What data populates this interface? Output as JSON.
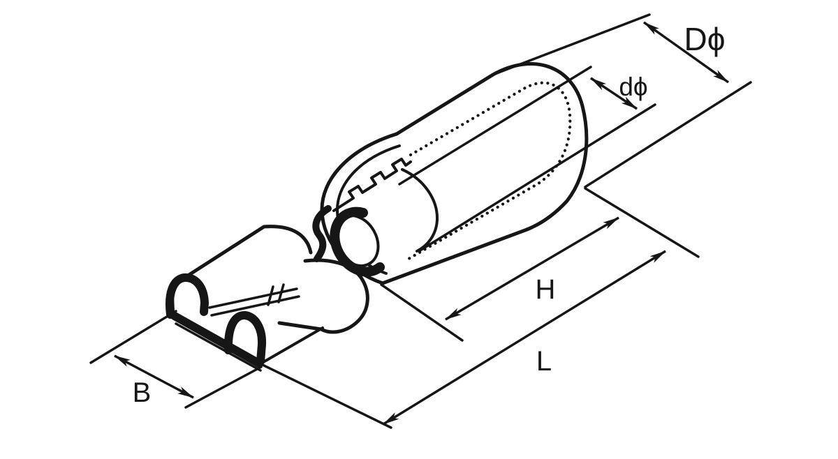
{
  "diagram": {
    "kind": "technical-line-drawing",
    "subject": "Insulated female quick-disconnect crimp terminal, isometric view with dimension callouts",
    "background_color": "#ffffff",
    "line_color": "#161616",
    "labels": {
      "outer_diameter": "Dϕ",
      "inner_diameter": "dϕ",
      "insulation_sleeve_length": "H",
      "overall_length": "L",
      "terminal_width": "B"
    }
  }
}
